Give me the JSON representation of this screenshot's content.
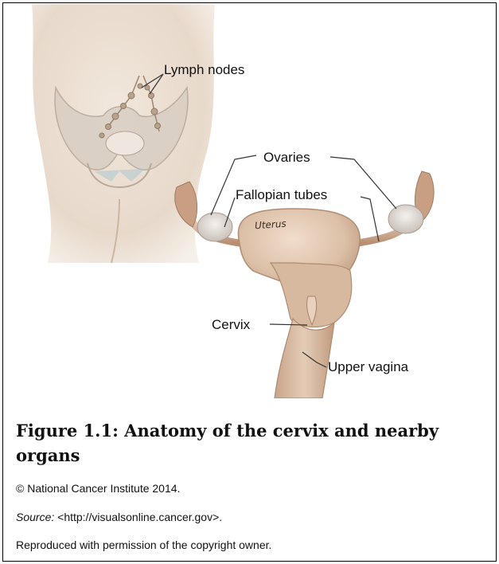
{
  "figure": {
    "labels": {
      "lymph_nodes": "Lymph nodes",
      "ovaries": "Ovaries",
      "fallopian_tubes": "Fallopian tubes",
      "uterus": "Uterus",
      "cervix": "Cervix",
      "upper_vagina": "Upper vagina"
    },
    "caption": "Figure 1.1: Anatomy of the cervix and nearby organs",
    "copyright": "© National Cancer Institute 2014.",
    "source_label": "Source:",
    "source_url": "<http://visualsonline.cancer.gov>.",
    "permission": "Reproduced with permission of the copyright owner."
  }
}
